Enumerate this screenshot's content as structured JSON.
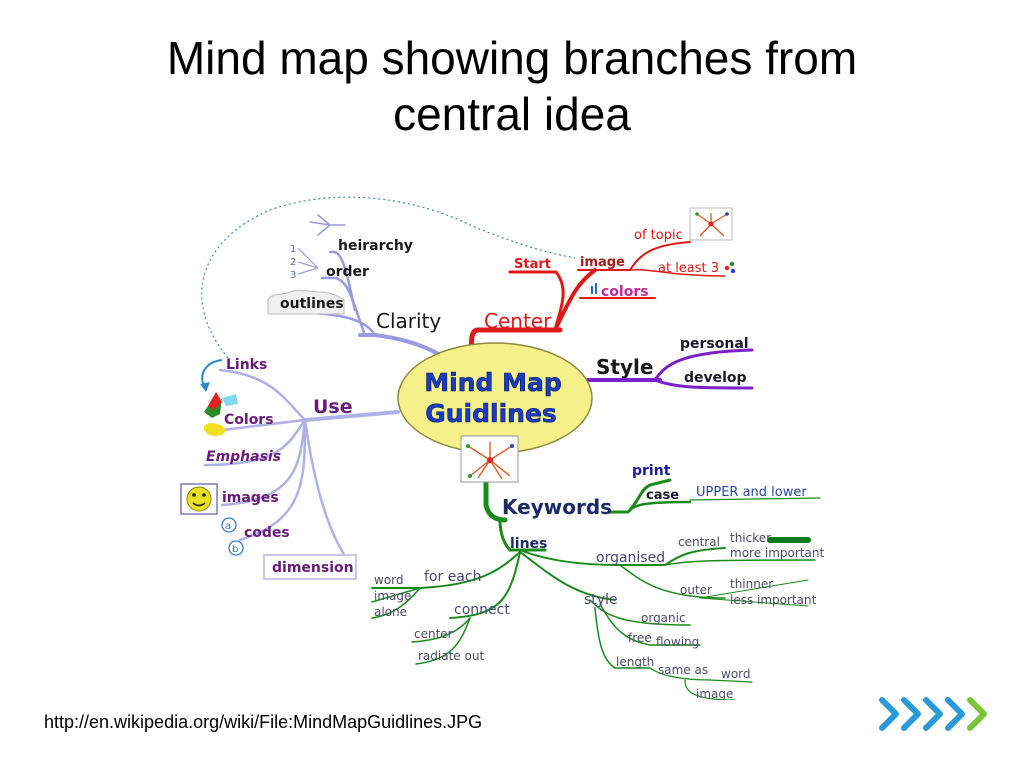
{
  "slide": {
    "title_line1": "Mind map showing branches from",
    "title_line2": "central idea",
    "caption": "http://en.wikipedia.org/wiki/File:MindMapGuidlines.JPG"
  },
  "mindmap": {
    "center": {
      "line1": "Mind Map",
      "line2": "Guidlines"
    },
    "center_branch": {
      "label": "Center",
      "start": "Start",
      "image": "image",
      "of_topic": "of topic",
      "at_least_3": "at least 3",
      "colors": "colors"
    },
    "style_branch": {
      "label": "Style",
      "personal": "personal",
      "develop": "develop"
    },
    "clarity_branch": {
      "label": "Clarity",
      "hierarchy": "heirarchy",
      "order": "order",
      "outlines": "outlines",
      "n1": "1",
      "n2": "2",
      "n3": "3"
    },
    "use_branch": {
      "label": "Use",
      "links": "Links",
      "colors": "Colors",
      "emphasis": "Emphasis",
      "images": "images",
      "codes": "codes",
      "dimension": "dimension",
      "code_a": "a",
      "code_b": "b"
    },
    "keywords_branch": {
      "label": "Keywords",
      "print": "print",
      "case": "case",
      "upper_lower": "UPPER and lower",
      "lines": "lines",
      "organised": "organised",
      "central": "central",
      "thicker": "thicker",
      "more_important": "more important",
      "outer": "outer",
      "thinner": "thinner",
      "less_important": "less important",
      "for_each": "for each",
      "word": "word",
      "image": "image",
      "alone": "alone",
      "connect": "connect",
      "center": "center",
      "radiate_out": "radiate out",
      "style": "style",
      "organic": "organic",
      "free": "free",
      "flowing": "flowing",
      "length": "length",
      "same_as": "same as",
      "word2": "word",
      "image2": "image"
    }
  },
  "colors": {
    "center_fill": "#f5f08a",
    "center_text": "#1a3cc0",
    "red": "#e01818",
    "purple": "#7a22c8",
    "lavender": "#9a9ade",
    "green": "#1a8a1a",
    "navy": "#1a2a6a",
    "nav_blue": "#2a9ad8",
    "nav_green": "#7ac43a"
  },
  "icons": [
    "mini-mind-map-icon",
    "smiley-face-icon",
    "paint-splash-icon",
    "next-arrows-icon"
  ]
}
